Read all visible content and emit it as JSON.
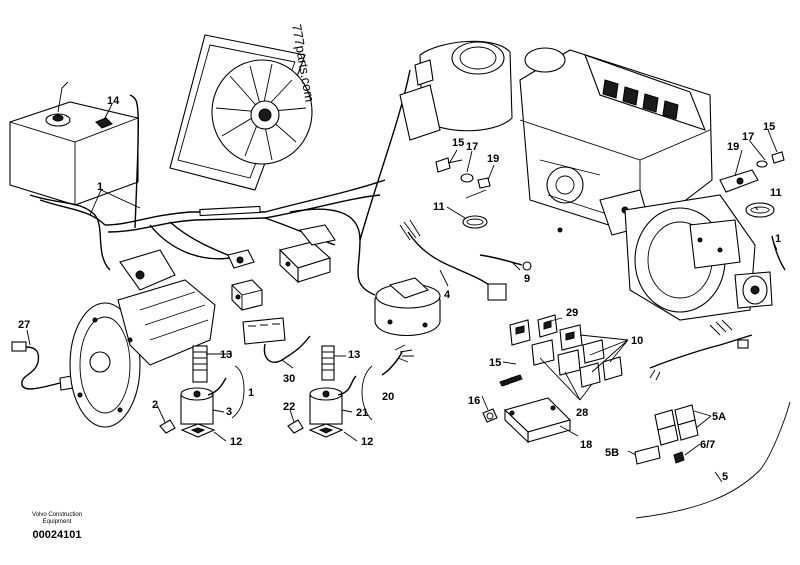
{
  "watermark": "777parts.com",
  "callouts": {
    "c14": "14",
    "c1a": "1",
    "c27": "27",
    "c13a": "13",
    "c30": "30",
    "c13b": "13",
    "c1b": "1",
    "c2": "2",
    "c3": "3",
    "c12a": "12",
    "c22": "22",
    "c21": "21",
    "c20": "20",
    "c12b": "12",
    "c15a": "15",
    "c17a": "17",
    "c19a": "19",
    "c11a": "11",
    "c4": "4",
    "c9": "9",
    "c17b": "17",
    "c15b": "15",
    "c19b": "19",
    "c11b": "11",
    "c1c": "1",
    "c29": "29",
    "c10": "10",
    "c15c": "15",
    "c16": "16",
    "c28": "28",
    "c18": "18",
    "c5a": "5A",
    "c67": "6/7",
    "c5b": "5B",
    "c5": "5"
  },
  "footer": {
    "brand_line1": "Volvo Construction",
    "brand_line2": "Equipment",
    "doc_code": "00024101"
  }
}
